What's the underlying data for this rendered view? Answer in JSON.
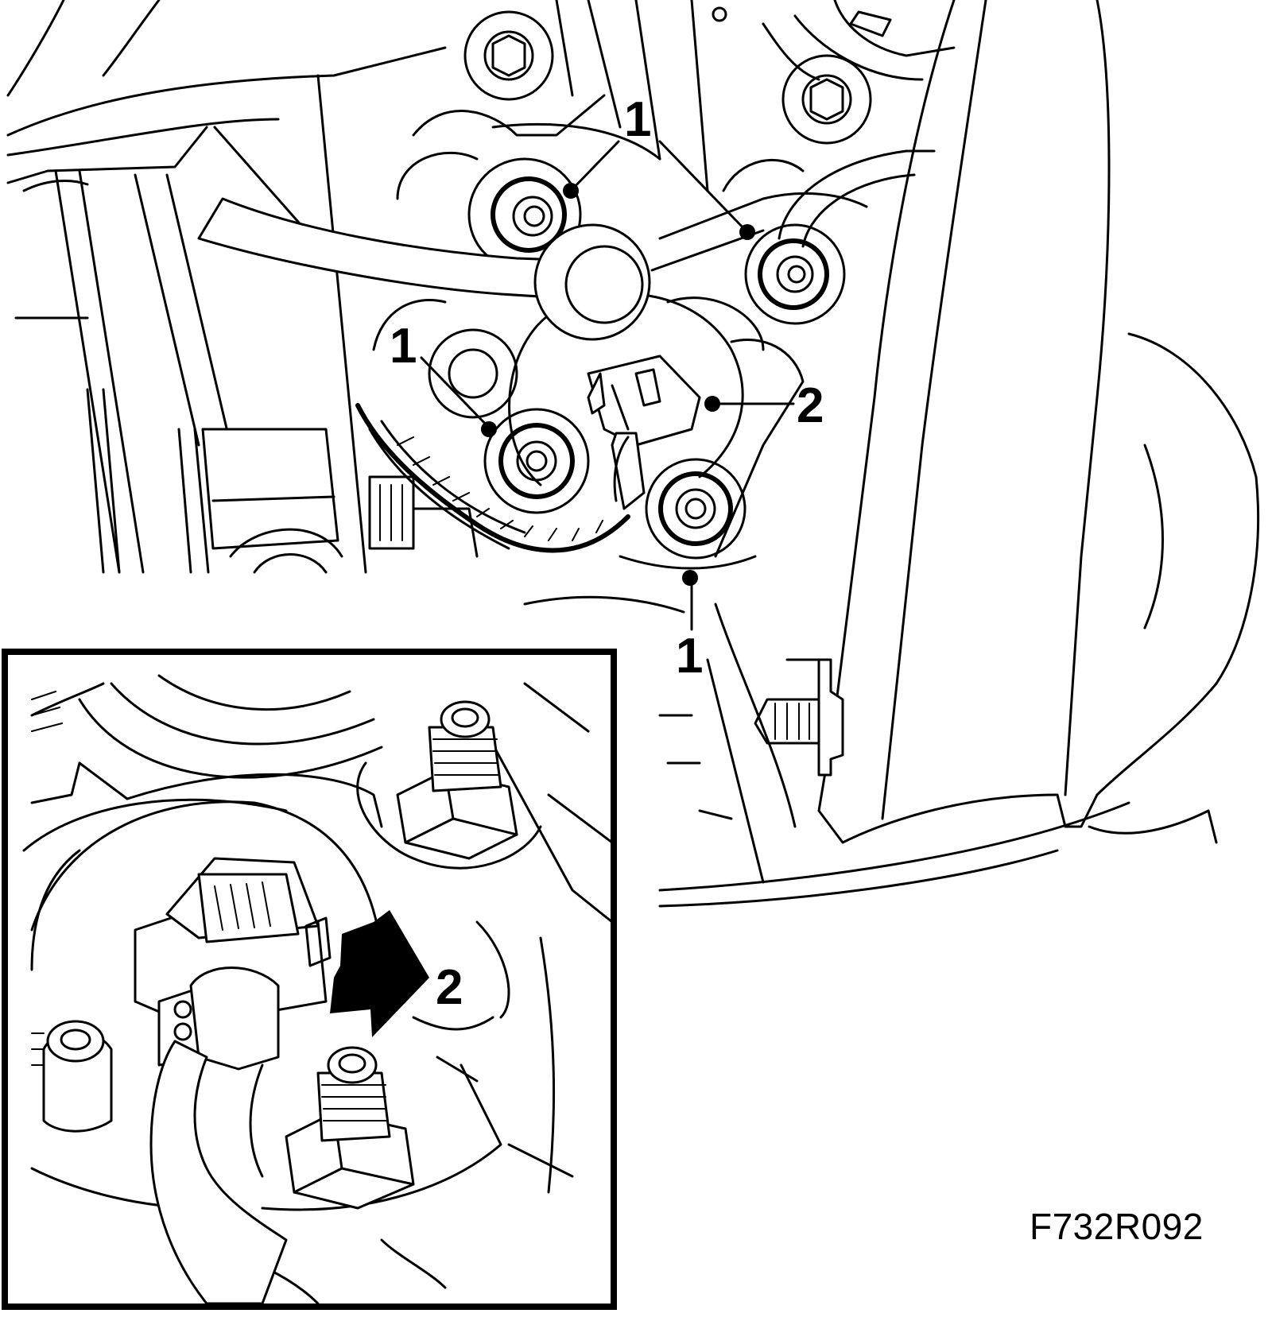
{
  "callouts": {
    "c1_top": "1",
    "c1_left": "1",
    "c1_bottom": "1",
    "c2_main": "2",
    "c2_inset": "2"
  },
  "figure_code": "F732R092",
  "icons": [
    "connector-icon",
    "arrow-icon",
    "nut-icon"
  ],
  "colors": {
    "line": "#000000",
    "background": "#ffffff"
  }
}
